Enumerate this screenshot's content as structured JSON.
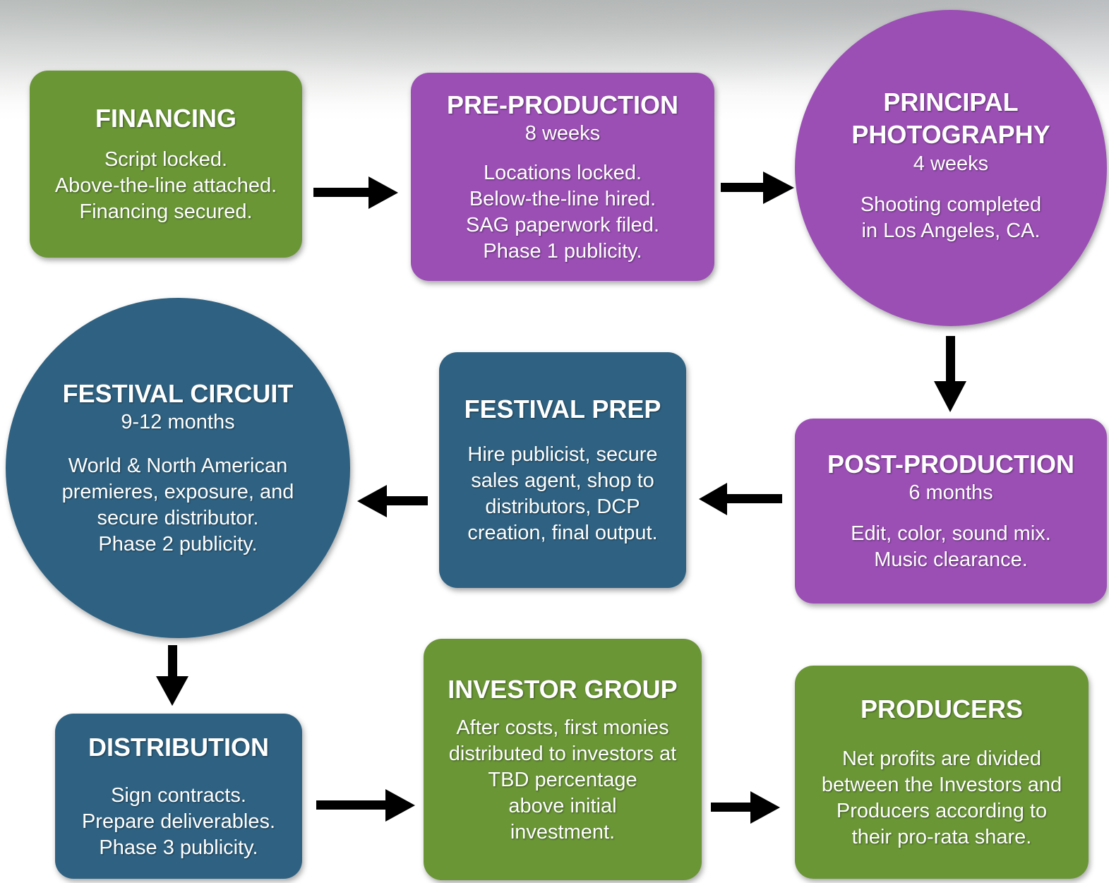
{
  "colors": {
    "green": "#6a9636",
    "purple": "#9b4fb5",
    "blue": "#2f6282",
    "arrow": "#000000"
  },
  "nodes": {
    "financing": {
      "title": "FINANCING",
      "duration": "",
      "description": "Script locked.\nAbove-the-line attached.\nFinancing secured."
    },
    "pre_production": {
      "title": "PRE-PRODUCTION",
      "duration": "8 weeks",
      "description": "Locations locked.\nBelow-the-line hired.\nSAG paperwork filed.\nPhase 1 publicity."
    },
    "principal_photography": {
      "title": "PRINCIPAL\nPHOTOGRAPHY",
      "duration": "4 weeks",
      "description": "Shooting completed\nin Los Angeles, CA."
    },
    "festival_circuit": {
      "title": "FESTIVAL CIRCUIT",
      "duration": "9-12 months",
      "description": "World & North American\npremieres, exposure, and\nsecure distributor.\nPhase 2 publicity."
    },
    "festival_prep": {
      "title": "FESTIVAL PREP",
      "duration": "",
      "description": "Hire publicist, secure\nsales agent, shop to\ndistributors, DCP\ncreation, final output."
    },
    "post_production": {
      "title": "POST-PRODUCTION",
      "duration": "6 months",
      "description": "Edit, color, sound mix.\nMusic clearance."
    },
    "distribution": {
      "title": "DISTRIBUTION",
      "duration": "",
      "description": "Sign contracts.\nPrepare deliverables.\nPhase 3 publicity."
    },
    "investor_group": {
      "title": "INVESTOR GROUP",
      "duration": "",
      "description": "After costs, first monies\ndistributed to investors at\nTBD percentage\nabove initial\ninvestment."
    },
    "producers": {
      "title": "PRODUCERS",
      "duration": "",
      "description": "Net profits are divided\nbetween the Investors and\nProducers according to\ntheir pro-rata share."
    }
  }
}
